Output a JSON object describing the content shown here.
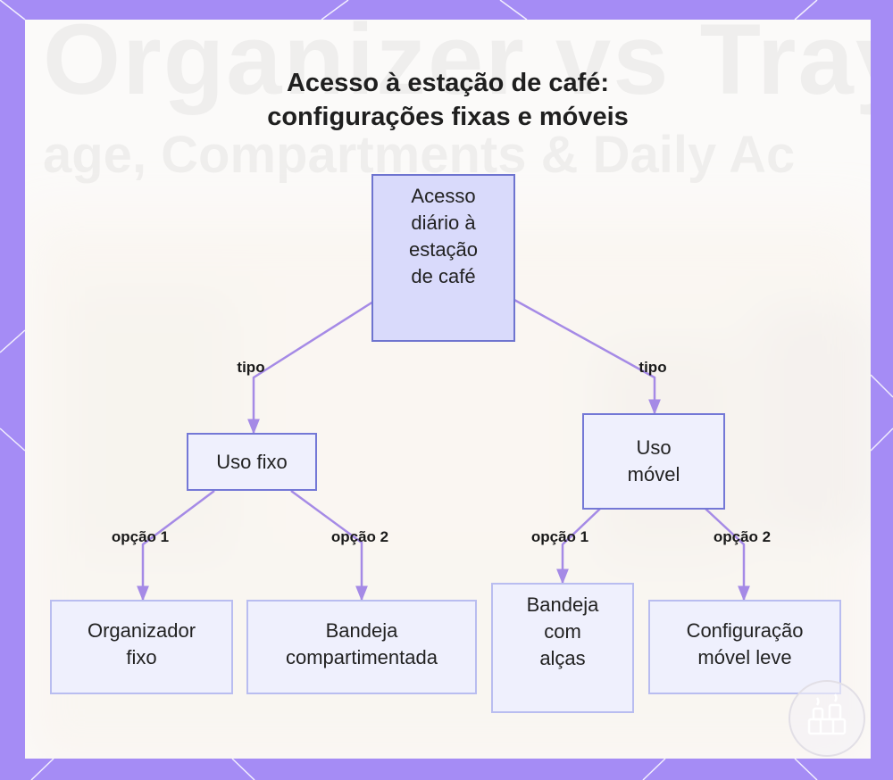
{
  "title": {
    "line1": "Acesso à estação de café:",
    "line2": "configurações fixas e móveis"
  },
  "watermark": {
    "line1": "Organizer vs Tray",
    "line2": "age, Compartments & Daily Ac"
  },
  "nodes": {
    "root": {
      "lines": [
        "Acesso",
        "diário à",
        "estação",
        "de café"
      ]
    },
    "fixed": {
      "lines": [
        "Uso fixo"
      ]
    },
    "mobile": {
      "lines": [
        "Uso",
        "móvel"
      ]
    },
    "fixed_organizer": {
      "lines": [
        "Organizador",
        "fixo"
      ]
    },
    "compartment_tray": {
      "lines": [
        "Bandeja",
        "compartimentada"
      ]
    },
    "handle_tray": {
      "lines": [
        "Bandeja",
        "com",
        "alças"
      ]
    },
    "light_mobile": {
      "lines": [
        "Configuração",
        "móvel leve"
      ]
    }
  },
  "edge_labels": {
    "root_fixed": "tipo",
    "root_mobile": "tipo",
    "fixed_opt1": "opção 1",
    "fixed_opt2": "opção 2",
    "mobile_opt1": "opção 1",
    "mobile_opt2": "opção 2"
  },
  "colors": {
    "frame": "#a58cf5",
    "edge": "#a58ae6",
    "root_fill": "#d9dafb",
    "node_fill": "#eff0fd",
    "root_border": "#6e74cf",
    "leaf_border": "#b9bdf0"
  },
  "icons": {
    "logo": "coffee-station-logo-icon"
  }
}
